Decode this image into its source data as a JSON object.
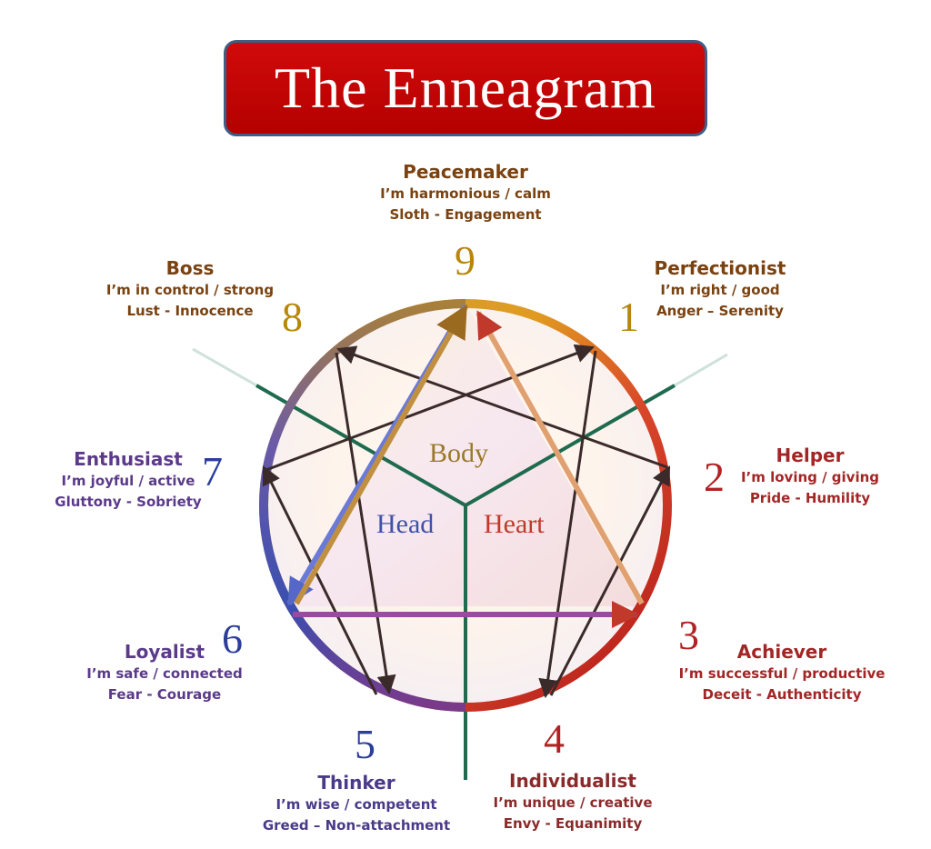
{
  "title": "The Enneagram",
  "centers": {
    "body": "Body",
    "head": "Head",
    "heart": "Heart"
  },
  "types": [
    {
      "number": "9",
      "name": "Peacemaker",
      "line1": "I’m harmonious / calm",
      "line2": "Sloth - Engagement",
      "color": "#7a4210"
    },
    {
      "number": "1",
      "name": "Perfectionist",
      "line1": "I’m right / good",
      "line2": "Anger – Serenity",
      "color": "#7a4210"
    },
    {
      "number": "2",
      "name": "Helper",
      "line1": "I’m loving  / giving",
      "line2": "Pride - Humility",
      "color": "#a32626"
    },
    {
      "number": "3",
      "name": "Achiever",
      "line1": "I’m  successful / productive",
      "line2": "Deceit - Authenticity",
      "color": "#a32626"
    },
    {
      "number": "4",
      "name": "Individualist",
      "line1": "I’m  unique / creative",
      "line2": "Envy - Equanimity",
      "color": "#8a2a2a"
    },
    {
      "number": "5",
      "name": "Thinker",
      "line1": "I’m wise  / competent",
      "line2": "Greed – Non-attachment",
      "color": "#4b3a8a"
    },
    {
      "number": "6",
      "name": "Loyalist",
      "line1": "I’m safe / connected",
      "line2": "Fear - Courage",
      "color": "#5b3a8a"
    },
    {
      "number": "7",
      "name": "Enthusiast",
      "line1": "I’m joyful / active",
      "line2": "Gluttony - Sobriety",
      "color": "#5b3a8a"
    },
    {
      "number": "8",
      "name": "Boss",
      "line1": "I’m in control / strong",
      "line2": "Lust - Innocence",
      "color": "#7a4210"
    }
  ],
  "number_colors": {
    "9": "#b8860b",
    "1": "#b8860b",
    "8": "#b8860b",
    "2": "#b22222",
    "3": "#b22222",
    "4": "#b22222",
    "5": "#2c3e9a",
    "6": "#2c3e9a",
    "7": "#2c3e9a"
  },
  "colors": {
    "title_bg": "#c00000",
    "title_border": "#3e5e86",
    "divider_green": "#1f6b4f",
    "body_label": "#9a7a2a",
    "head_label": "#3f52a8",
    "heart_label": "#c0392b"
  }
}
